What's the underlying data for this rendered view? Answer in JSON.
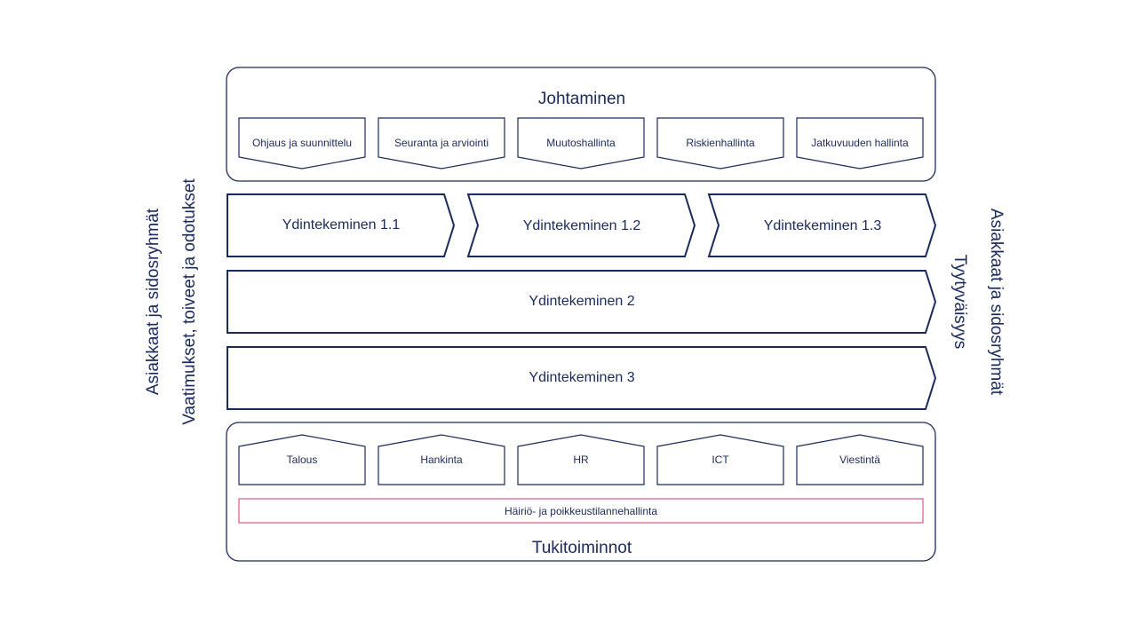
{
  "management": {
    "title": "Johtaminen",
    "items": [
      {
        "label": "Ohjaus ja suunnittelu"
      },
      {
        "label": "Seuranta ja arviointi"
      },
      {
        "label": "Muutoshallinta"
      },
      {
        "label": "Riskienhallinta"
      },
      {
        "label": "Jatkuvuuden hallinta"
      }
    ]
  },
  "core": {
    "row1": [
      {
        "label": "Ydintekeminen 1.1"
      },
      {
        "label": "Ydintekeminen 1.2"
      },
      {
        "label": "Ydintekeminen 1.3"
      }
    ],
    "row2": {
      "label": "Ydintekeminen 2"
    },
    "row3": {
      "label": "Ydintekeminen 3"
    }
  },
  "support": {
    "title": "Tukitoiminnot",
    "items": [
      {
        "label": "Talous"
      },
      {
        "label": "Hankinta"
      },
      {
        "label": "HR"
      },
      {
        "label": "ICT"
      },
      {
        "label": "Viestintä"
      }
    ],
    "disruption_label": "Häiriö- ja poikkeustilannehallinta"
  },
  "left_side": {
    "line1": "Asiakkaat ja sidosryhmät",
    "line2": "Vaatimukset, toiveet ja odotukset"
  },
  "right_side": {
    "line1": "Asiakkaat ja sidosryhmät",
    "line2": "Tyytyväisyys"
  },
  "colors": {
    "primary": "#1b2a5c",
    "disruption_border": "#e0306a",
    "background": "#ffffff"
  }
}
